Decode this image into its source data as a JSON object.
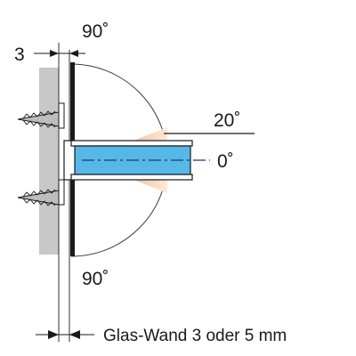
{
  "labels": {
    "wall_offset": "3",
    "angle_top": "90˚",
    "angle_bottom": "90˚",
    "angle_tilt": "20˚",
    "angle_zero": "0˚",
    "caption": "Glas-Wand 3 oder 5 mm"
  },
  "colors": {
    "wall": "#c8c8c8",
    "glass": "#56b8e8",
    "sector": "#f6c9a8",
    "line": "#1a1a1a"
  }
}
